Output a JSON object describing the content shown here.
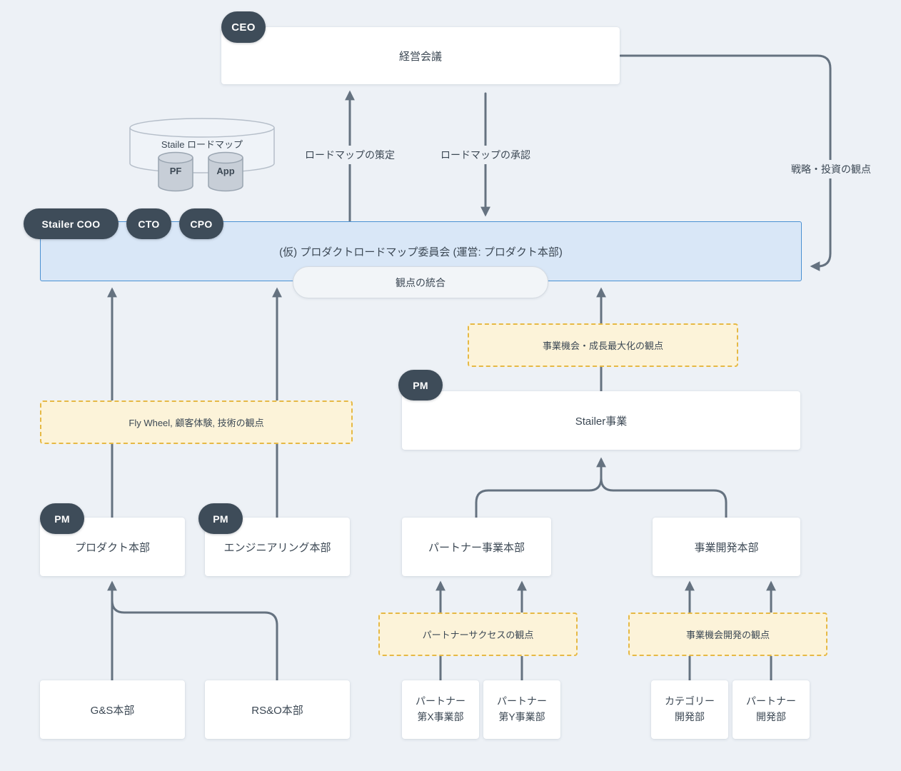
{
  "palette": {
    "background": "#edf1f6",
    "node_bg": "#ffffff",
    "committee_bg": "#d9e7f7",
    "committee_border": "#4a90d2",
    "badge_bg": "#3e4c59",
    "note_bg": "#fcf3d9",
    "note_border": "#e6b945",
    "connector": "#657280",
    "text": "#3c4854"
  },
  "top": {
    "ceo_badge": "CEO",
    "management_meeting": "経営会議"
  },
  "roadmap_store": {
    "label": "Staile ロードマップ",
    "cylinders": [
      {
        "label": "PF"
      },
      {
        "label": "App"
      }
    ]
  },
  "flow_labels": {
    "formulate": "ロードマップの策定",
    "approve": "ロードマップの承認",
    "strategy": "戦略・投資の観点"
  },
  "committee": {
    "badges": [
      {
        "label": "Stailer COO"
      },
      {
        "label": "CTO"
      },
      {
        "label": "CPO"
      }
    ],
    "title": "(仮) プロダクトロードマップ委員会 (運営: プロダクト本部)",
    "pill": "観点の統合"
  },
  "notes": [
    {
      "label": "事業機会・成長最大化の観点"
    },
    {
      "label": "Fly Wheel, 顧客体験, 技術の観点"
    },
    {
      "label": "パートナーサクセスの観点"
    },
    {
      "label": "事業機会開発の観点"
    }
  ],
  "business": {
    "pm_badge": "PM",
    "label": "Stailer事業"
  },
  "departments": [
    {
      "label": "プロダクト本部",
      "badge": "PM"
    },
    {
      "label": "エンジニアリング本部",
      "badge": "PM"
    },
    {
      "label": "パートナー事業本部"
    },
    {
      "label": "事業開発本部"
    }
  ],
  "units": [
    {
      "line1": "G&S本部"
    },
    {
      "line1": "RS&O本部"
    },
    {
      "line1": "パートナー",
      "line2": "第X事業部"
    },
    {
      "line1": "パートナー",
      "line2": "第Y事業部"
    },
    {
      "line1": "カテゴリー",
      "line2": "開発部"
    },
    {
      "line1": "パートナー",
      "line2": "開発部"
    }
  ]
}
